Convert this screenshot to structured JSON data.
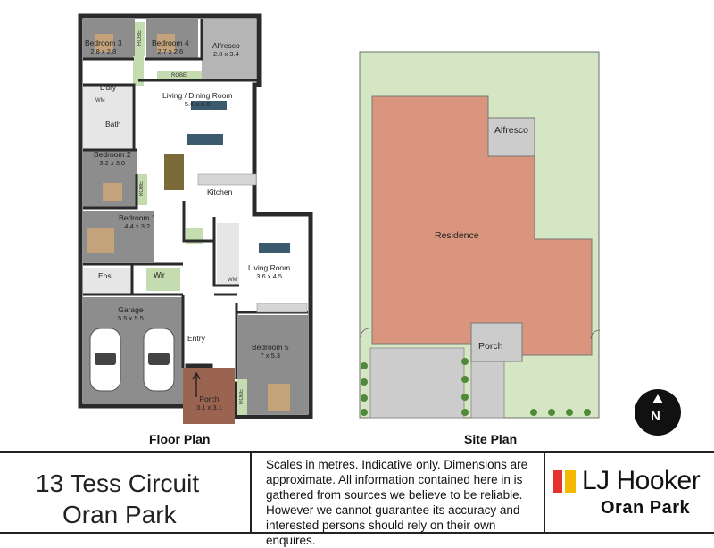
{
  "floor_plan": {
    "caption": "Floor Plan",
    "rooms": {
      "bedroom3": {
        "name": "Bedroom 3",
        "dims": "2.8 x 2.8"
      },
      "bedroom4": {
        "name": "Bedroom 4",
        "dims": "2.7 x 2.6"
      },
      "alfresco": {
        "name": "Alfresco",
        "dims": "2.8 x 3.4"
      },
      "laundry": {
        "name": "L'dry"
      },
      "living_dining": {
        "name": "Living / Dining Room",
        "dims": "5.6 x 6.0"
      },
      "bath": {
        "name": "Bath"
      },
      "bedroom2": {
        "name": "Bedroom 2",
        "dims": "3.2 x 3.0"
      },
      "kitchen": {
        "name": "Kitchen"
      },
      "bedroom1": {
        "name": "Bedroom 1",
        "dims": "4.4 x 3.2"
      },
      "living_room": {
        "name": "Living Room",
        "dims": "3.6 x 4.5"
      },
      "ensuite": {
        "name": "Ens."
      },
      "wir": {
        "name": "Wir"
      },
      "garage": {
        "name": "Garage",
        "dims": "5.5 x 5.5"
      },
      "entry": {
        "name": "Entry"
      },
      "bedroom5": {
        "name": "Bedroom 5",
        "dims": "7 x 5.3"
      },
      "porch": {
        "name": "Porch",
        "dims": "3.1 x 3.1"
      }
    },
    "robe_label": "ROBE",
    "wm_label": "WM"
  },
  "site_plan": {
    "caption": "Site Plan",
    "labels": {
      "residence": "Residence",
      "alfresco": "Alfresco",
      "porch": "Porch"
    },
    "compass_letter": "N",
    "colors": {
      "lawn": "#d4e6c3",
      "residence": "#d9957e",
      "paving": "#cccccc"
    }
  },
  "footer": {
    "address_line1": "13 Tess Circuit",
    "address_line2": "Oran Park",
    "disclaimer": "Scales in metres. Indicative only. Dimensions are approximate. All information contained here in is gathered from sources we believe to be reliable. However we cannot guarantee its accuracy and interested persons should rely on their own enquires.",
    "brand_name": "LJ Hooker",
    "brand_office": "Oran Park",
    "brand_colors": {
      "red": "#e5322d",
      "yellow": "#f5b800",
      "text": "#111111"
    }
  }
}
